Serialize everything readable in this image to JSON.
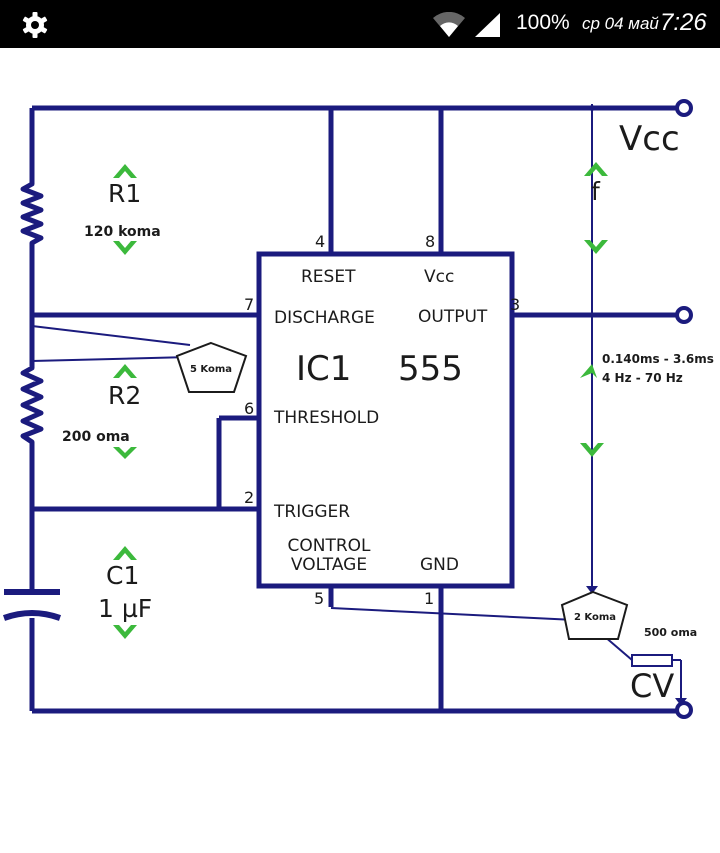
{
  "status_bar": {
    "battery": "100%",
    "date": "ср 04 май",
    "time": "7:26"
  },
  "circuit": {
    "ic": {
      "name": "IC1",
      "part": "555",
      "pins": {
        "reset": {
          "number": "4",
          "label": "RESET"
        },
        "vcc": {
          "number": "8",
          "label": "Vcc"
        },
        "discharge": {
          "number": "7",
          "label": "DISCHARGE"
        },
        "output": {
          "number": "3",
          "label": "OUTPUT"
        },
        "threshold": {
          "number": "6",
          "label": "THRESHOLD"
        },
        "trigger": {
          "number": "2",
          "label": "TRIGGER"
        },
        "control": {
          "number": "5",
          "label_line1": "CONTROL",
          "label_line2": "VOLTAGE"
        },
        "gnd": {
          "number": "1",
          "label": "GND"
        }
      }
    },
    "vcc_label": "Vcc",
    "cv_label": "CV",
    "r1": {
      "name": "R1",
      "value": "120 koma"
    },
    "r2": {
      "name": "R2",
      "value": "200 oma"
    },
    "c1": {
      "name": "C1",
      "value": "1 µF"
    },
    "freq": {
      "name": "f",
      "period_range": "0.140ms - 3.6ms",
      "freq_range": "4 Hz - 70 Hz"
    },
    "pot1_label": "5 Koma",
    "pot2_label": "2 Koma",
    "r3_value": "500 oma"
  },
  "colors": {
    "wire": "#1b1b7e",
    "arrow": "#3cb93c",
    "statusbar": "#000000"
  }
}
